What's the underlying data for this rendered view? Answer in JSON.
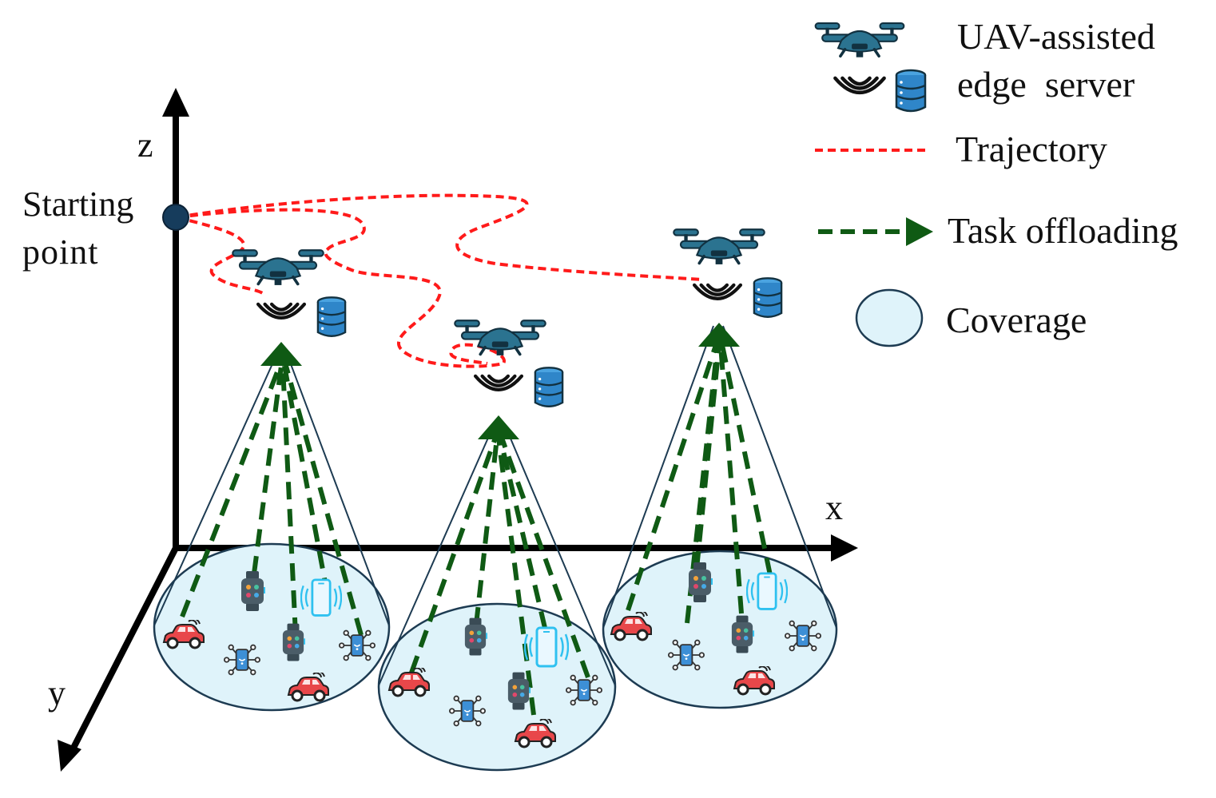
{
  "axes": {
    "x": "x",
    "y": "y",
    "z": "z"
  },
  "start_label": [
    "Starting",
    "point"
  ],
  "legend": {
    "uav": [
      "UAV-assisted",
      "edge  server"
    ],
    "trajectory": "Trajectory",
    "offload": "Task offloading",
    "coverage": "Coverage"
  },
  "colors": {
    "axis": "#000000",
    "trajectory": "#ff1a1a",
    "offload": "#0f5a14",
    "coverage_fill": "#dff3fa",
    "coverage_stroke": "#1d3b52",
    "drone": "#2b7390",
    "drone_dark": "#123140",
    "server": "#2f86c9",
    "car": "#e8474a",
    "watch": "#3a4b55",
    "phone": "#2fc1f0",
    "start_point": "#163c5c"
  },
  "icons": [
    "drone-icon",
    "server-icon",
    "car-icon",
    "watch-icon",
    "phone-icon",
    "iot-hub-icon"
  ]
}
